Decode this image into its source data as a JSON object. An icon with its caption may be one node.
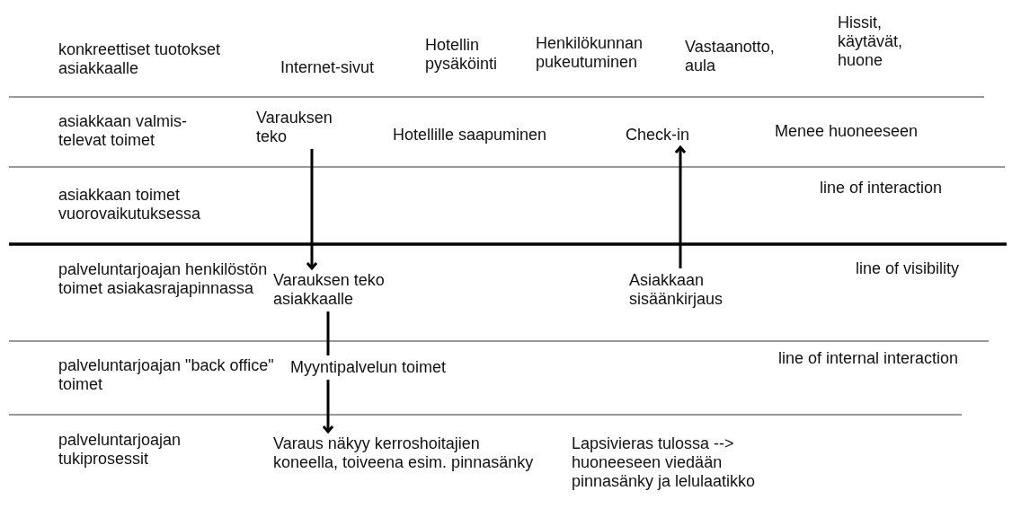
{
  "diagram": {
    "nodes": [
      {
        "text": [
          "Varauksen teko"
        ]
      },
      {
        "text": [
          "Varauksen teko asiakkaalle"
        ]
      },
      {
        "text": [
          "Myyntipalvelun toimet"
        ]
      },
      {
        "text": [
          "Varaus näkyy kerroshoitajien koneella, toiveena esim. pinnasänky"
        ]
      },
      {
        "text": [
          "Check-in"
        ]
      },
      {
        "text": [
          "Asiakkaan sisäänkirjaus"
        ]
      }
    ],
    "edges": [
      {
        "from": 0,
        "to": 1,
        "arrow": "to"
      },
      {
        "from": 1,
        "to": 2,
        "arrow": "none"
      },
      {
        "from": 2,
        "to": 3,
        "arrow": "to"
      },
      {
        "from": 5,
        "to": 4,
        "arrow": "to"
      }
    ],
    "labels": [
      "Hissit, käytävät, huone",
      "Henkilökunnan pukeutuminen",
      "Hotellin pysäköinti",
      "Vastaanotto, aula",
      "konkreettiset tuotokset asiakkaalle",
      "Internet-sivut",
      "asiakkaan valmis-televat toimet",
      "Hotellille saapuminen",
      "Menee huoneeseen",
      "line of interaction",
      "asiakkaan toimet vuorovaikutuksessa",
      "palveluntarjoajan henkilöstön toimet asiakasrajapinnassa",
      "line of visibility",
      "line of internal interaction",
      "palveluntarjoajan \"back office\" toimet",
      "palveluntarjoajan tukiprosessit",
      "Lapsivieras tulossa --> huoneeseen viedään pinnasänky ja lelulaatikko"
    ]
  }
}
